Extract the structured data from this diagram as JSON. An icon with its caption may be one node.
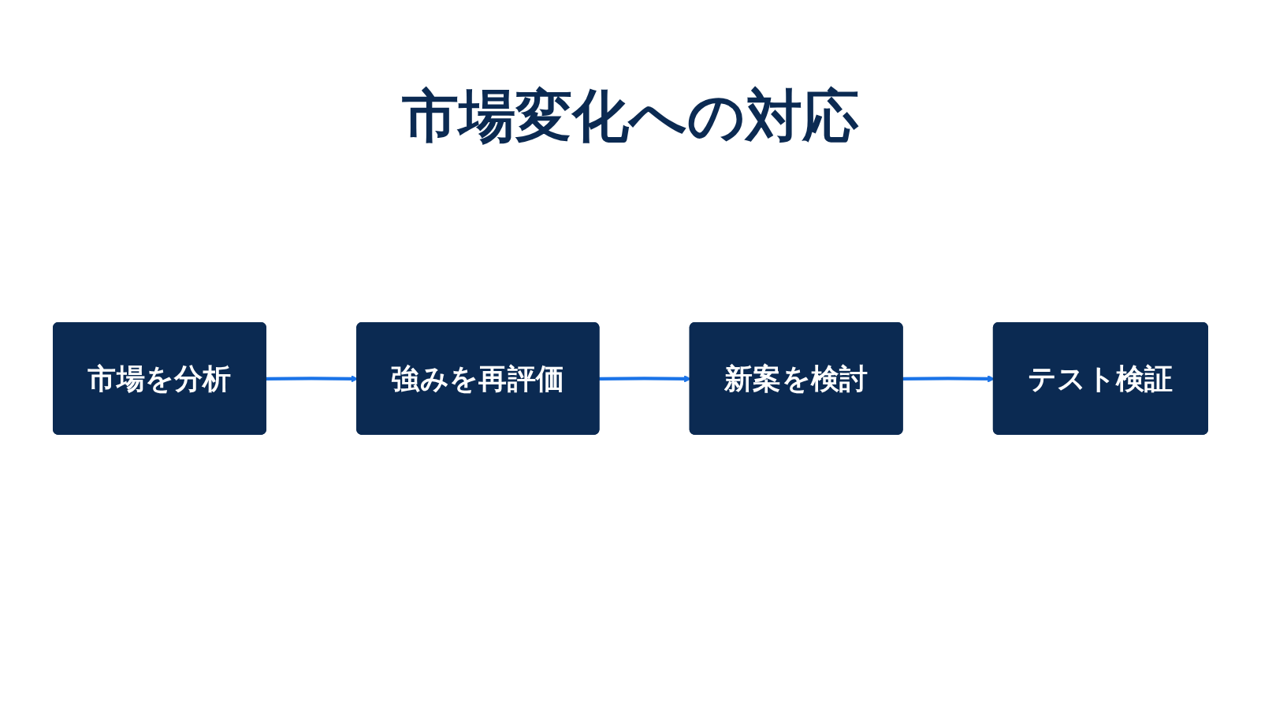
{
  "diagram": {
    "title": "市場変化への対応",
    "nodes": [
      {
        "text": [
          "市場を分析"
        ]
      },
      {
        "text": [
          "強みを再評価"
        ]
      },
      {
        "text": [
          "新案を検討"
        ]
      },
      {
        "text": [
          "テスト検証"
        ]
      }
    ],
    "edges": [
      {
        "from": 0,
        "to": 1,
        "arrow": "to"
      },
      {
        "from": 1,
        "to": 2,
        "arrow": "to"
      },
      {
        "from": 2,
        "to": 3,
        "arrow": "to"
      }
    ]
  }
}
